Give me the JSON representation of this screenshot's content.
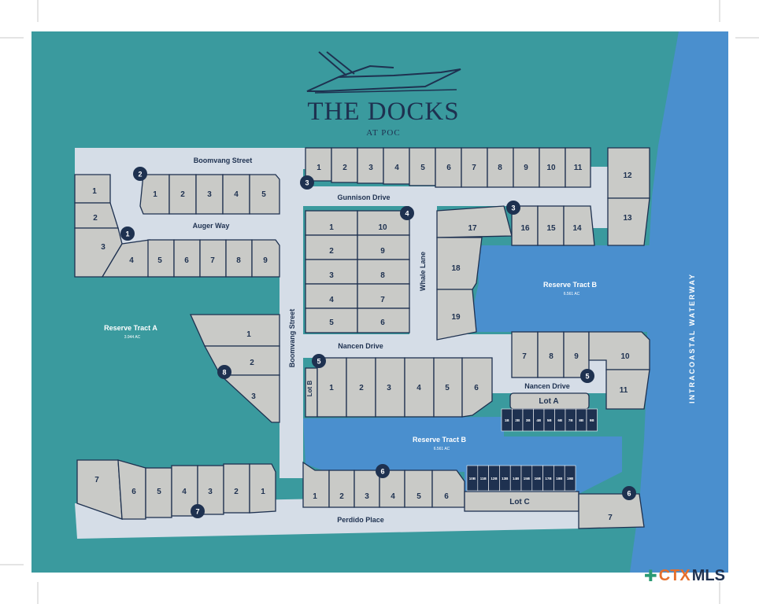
{
  "logo": {
    "title": "THE DOCKS",
    "subtitle": "AT POC"
  },
  "streets": {
    "boomvang_top": "Boomvang Street",
    "boomvang_side": "Boomvang Street",
    "gunnison": "Gunnison Drive",
    "auger": "Auger Way",
    "whale": "Whale Lane",
    "nancen_mid": "Nancen Drive",
    "nancen_right": "Nancen Drive",
    "perdido": "Perdido Place",
    "waterway": "INTRACOASTAL WATERWAY"
  },
  "reserves": {
    "a": {
      "name": "Reserve Tract A",
      "acres": "3.944 AC"
    },
    "b_top": {
      "name": "Reserve Tract B",
      "acres": "6.561 AC"
    },
    "b_bottom": {
      "name": "Reserve Tract B",
      "acres": "6.561 AC"
    }
  },
  "special_lots": {
    "lot_a": "Lot A",
    "lot_b": "Lot B",
    "lot_c": "Lot C"
  },
  "sections": [
    "1",
    "2",
    "3",
    "4",
    "5",
    "6",
    "7",
    "8"
  ],
  "slips_a": [
    "1B",
    "2B",
    "3B",
    "4B",
    "5B",
    "6B",
    "7B",
    "8B",
    "9B"
  ],
  "slips_c": [
    "10B",
    "11B",
    "12B",
    "13B",
    "14B",
    "15B",
    "16B",
    "17B",
    "18B",
    "19B"
  ],
  "watermark": {
    "ctx": "CTX",
    "mls": "MLS",
    "icon": "texas-cross-icon"
  },
  "colors": {
    "water_teal": "#3a9a9e",
    "waterway_blue": "#4a8fce",
    "lot": "#c9cac7",
    "road": "#d5dde7",
    "navy": "#1e3150"
  }
}
